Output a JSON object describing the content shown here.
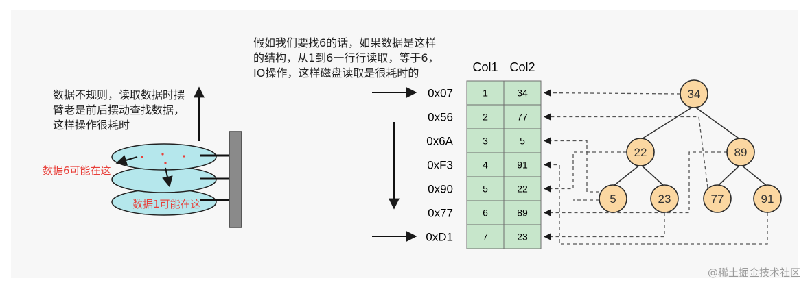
{
  "disk_note": [
    "数据不规则，读取数据时摆",
    "臂老是前后摆动查找数据，",
    "这样操作很耗时"
  ],
  "label_data6": "数据6可能在这",
  "label_data1": "数据1可能在这",
  "table_note": [
    "假如我们要找6的话，如果数据是这样",
    "的结构，从1到6一行行读取，等于6，",
    "IO操作，这样磁盘读取是很耗时的"
  ],
  "table": {
    "headers": [
      "Col1",
      "Col2"
    ],
    "addresses": [
      "0x07",
      "0x56",
      "0x6A",
      "0xF3",
      "0x90",
      "0x77",
      "0xD1"
    ],
    "col1": [
      "1",
      "2",
      "3",
      "4",
      "5",
      "6",
      "7"
    ],
    "col2": [
      "34",
      "77",
      "5",
      "91",
      "22",
      "89",
      "23"
    ]
  },
  "tree": {
    "nodes": [
      "34",
      "22",
      "89",
      "5",
      "23",
      "77",
      "91"
    ]
  },
  "watermark": "@稀土掘金技术社区",
  "colors": {
    "table_fill": "#c7e6cb",
    "table_border": "#6d6d6d",
    "node_fill": "#fbd7a1",
    "node_border": "#2b2b2b",
    "platter_fill": "#b5e7ec",
    "annotation_red": "#e8403a"
  }
}
